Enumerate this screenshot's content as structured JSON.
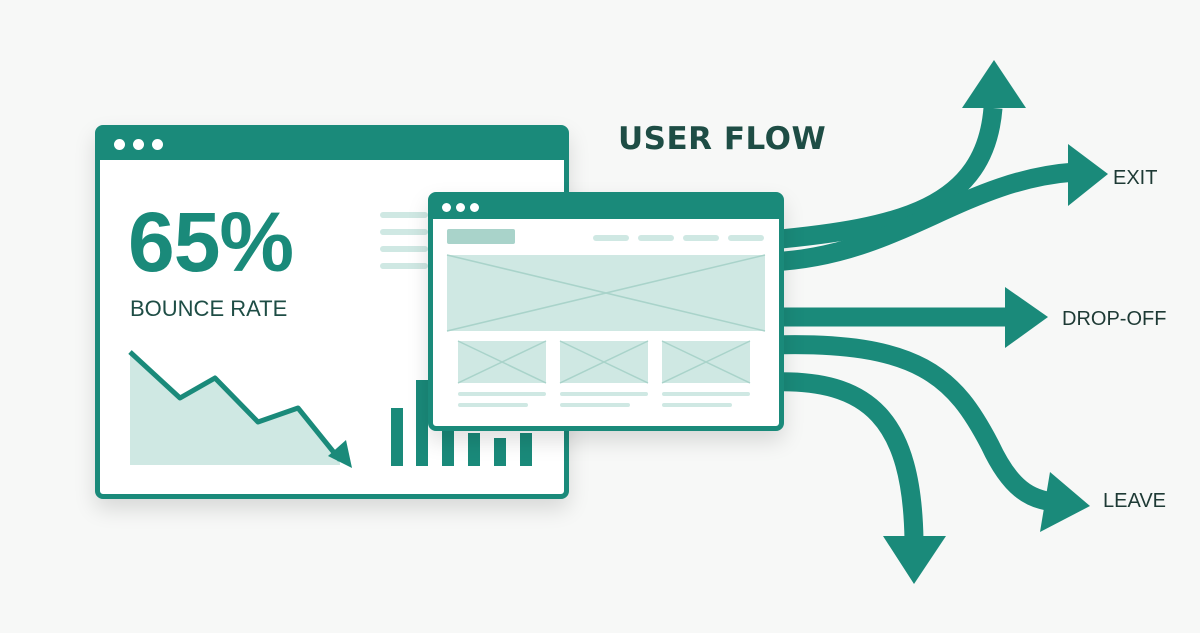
{
  "title": "USER FLOW",
  "stat": {
    "value": "65%",
    "label": "BOUNCE RATE"
  },
  "flows": [
    {
      "label": "EXIT"
    },
    {
      "label": "DROP-OFF"
    },
    {
      "label": "LEAVE"
    }
  ],
  "colors": {
    "accent": "#1a8a7a",
    "accent_light": "#cfe8e3",
    "text_dark": "#1e4d45",
    "background": "#f7f8f7"
  },
  "icons": [
    "window-dots-icon",
    "trend-down-arrow-icon",
    "bar-chart-icon",
    "image-placeholder-icon",
    "flow-arrow-icon"
  ]
}
